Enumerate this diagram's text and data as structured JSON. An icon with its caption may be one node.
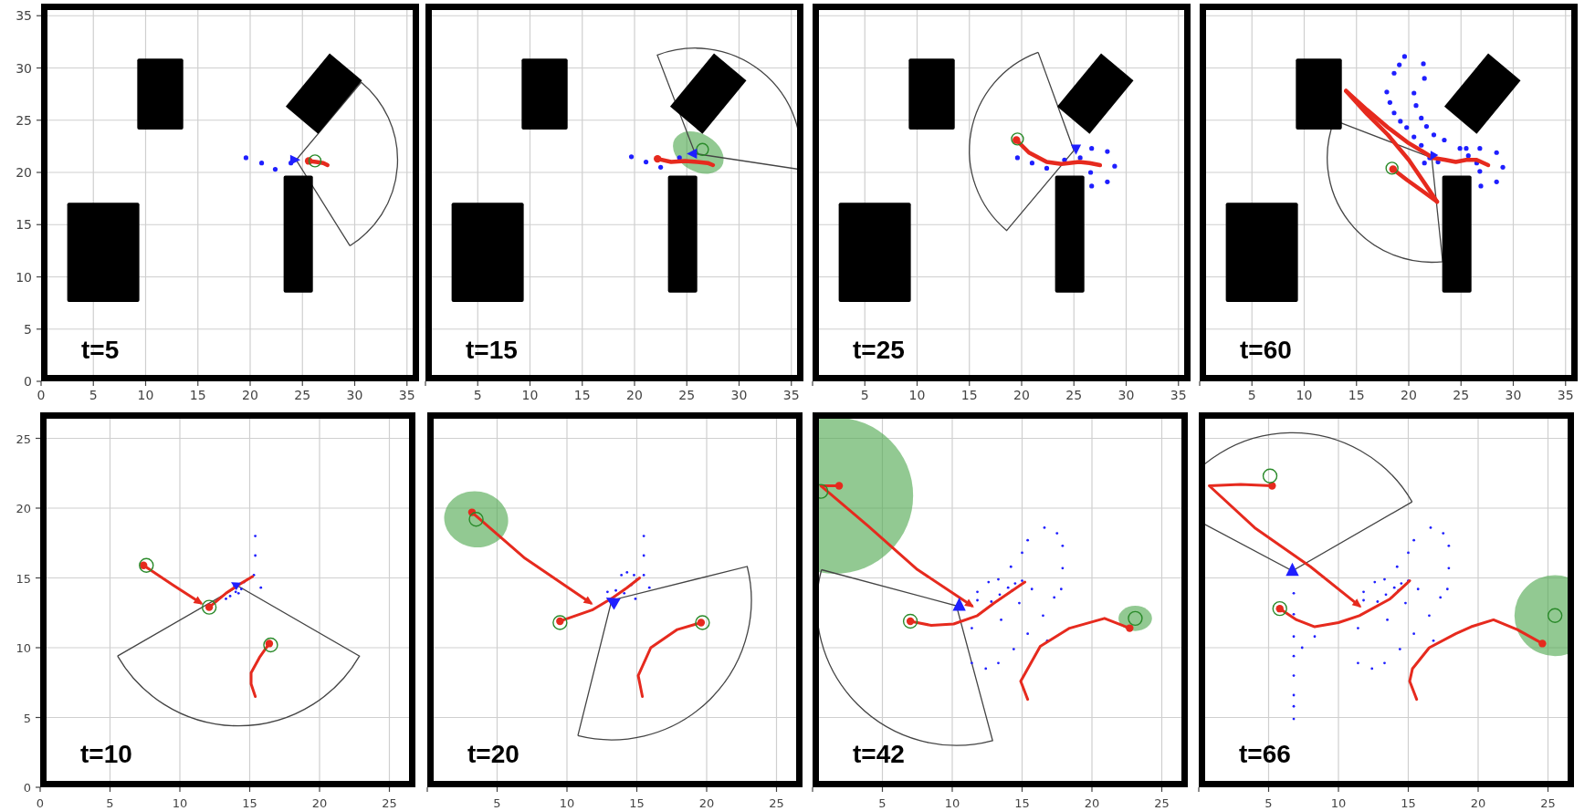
{
  "diagram": {
    "nodes": [
      {
        "text": [
          "t=5"
        ]
      },
      {
        "text": [
          "t=15"
        ]
      },
      {
        "text": [
          "t=25"
        ]
      },
      {
        "text": [
          "t=60"
        ]
      },
      {
        "text": [
          "t=10"
        ]
      },
      {
        "text": [
          "t=20"
        ]
      },
      {
        "text": [
          "t=42"
        ]
      },
      {
        "text": [
          "t=66"
        ]
      }
    ],
    "labels": [
      "35",
      "30",
      "25",
      "20",
      "15",
      "10",
      "5",
      "0",
      "0",
      "5",
      "10",
      "15",
      "20",
      "25",
      "30",
      "35",
      "5",
      "10",
      "15",
      "20",
      "25",
      "30",
      "35",
      "5",
      "10",
      "15",
      "20",
      "25",
      "30",
      "35",
      "5",
      "10",
      "15",
      "20",
      "25",
      "30",
      "35",
      "25",
      "20",
      "15",
      "10",
      "5",
      "0",
      "0",
      "5",
      "10",
      "15",
      "20",
      "25",
      "5",
      "10",
      "15",
      "20",
      "25",
      "5",
      "10",
      "15",
      "20",
      "25",
      "5",
      "10",
      "15",
      "20",
      "25"
    ]
  }
}
